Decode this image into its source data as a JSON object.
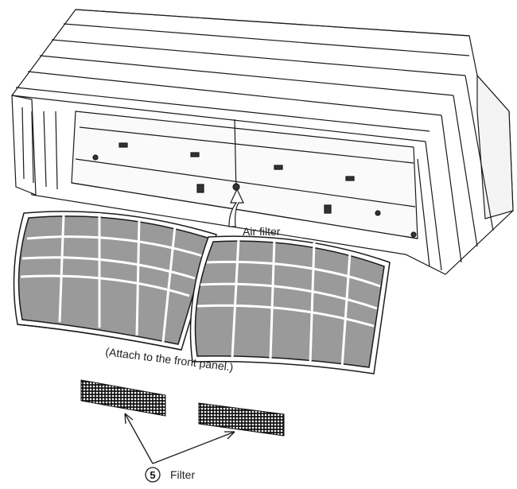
{
  "labels": {
    "air_filter": "Air filter",
    "attach_note": "(Attach to the front panel.)",
    "part_number": "5",
    "part_name": "Filter"
  },
  "colors": {
    "line": "#1a1a1a",
    "filter_fill": "#9a9a9a",
    "unit_fill": "#ffffff"
  }
}
